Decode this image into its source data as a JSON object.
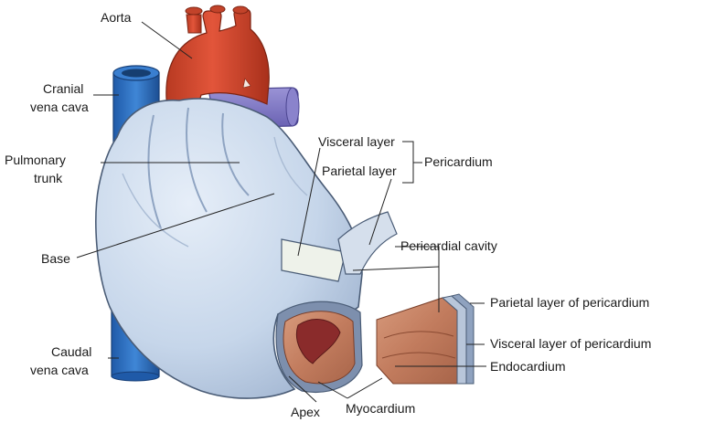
{
  "labels": {
    "aorta": "Aorta",
    "cranial_vena_cava_1": "Cranial",
    "cranial_vena_cava_2": "vena cava",
    "pulmonary_trunk_1": "Pulmonary",
    "pulmonary_trunk_2": "trunk",
    "base": "Base",
    "caudal_vena_cava_1": "Caudal",
    "caudal_vena_cava_2": "vena cava",
    "visceral_layer": "Visceral layer",
    "parietal_layer": "Parietal layer",
    "pericardium": "Pericardium",
    "pericardial_cavity": "Pericardial cavity",
    "parietal_layer_of_pericardium": "Parietal layer of pericardium",
    "visceral_layer_of_pericardium": "Visceral layer of pericardium",
    "endocardium": "Endocardium",
    "apex": "Apex",
    "myocardium": "Myocardium"
  },
  "colors": {
    "aorta": "#d8452a",
    "vena_cava": "#2f6fc0",
    "pulmonary_artery": "#7f78c4",
    "pericardium": "#c9d8ea",
    "myocardium": "#c98466",
    "cavity": "#8a2b2b"
  }
}
